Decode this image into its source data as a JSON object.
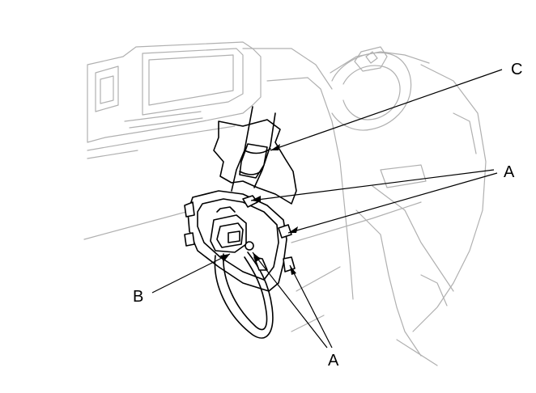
{
  "callouts": {
    "c": "C",
    "a_upper": "A",
    "b": "B",
    "a_lower": "A"
  }
}
